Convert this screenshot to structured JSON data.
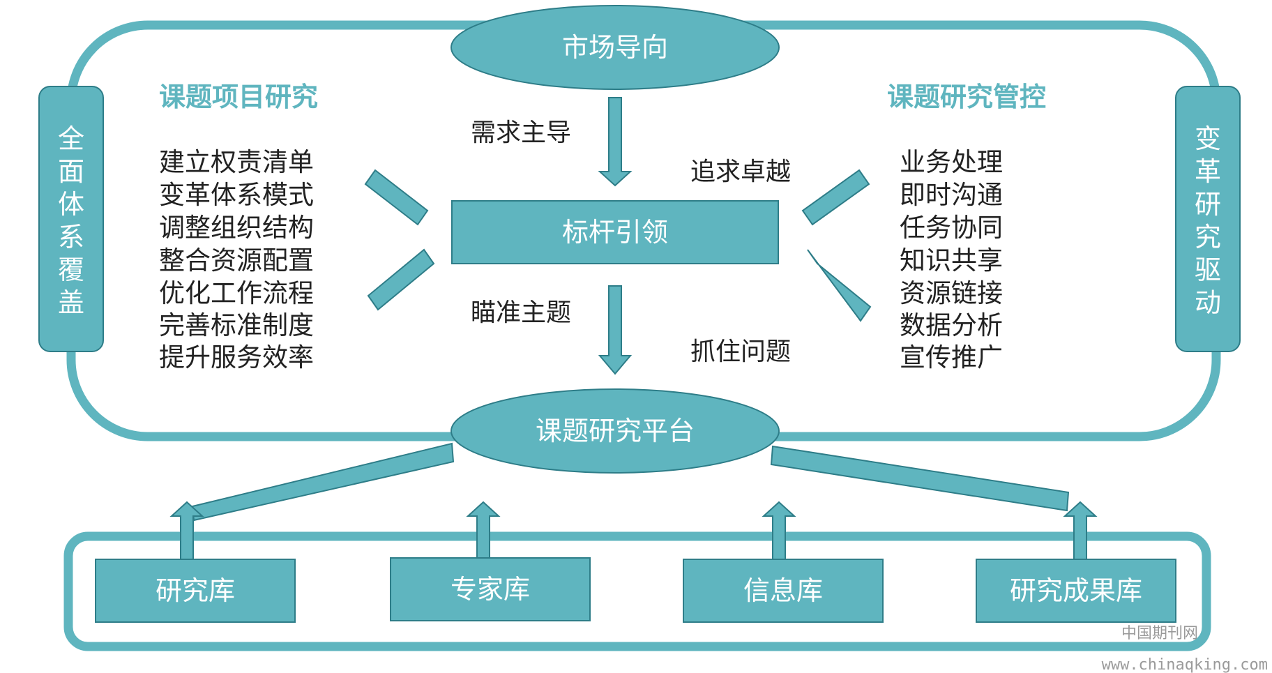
{
  "colors": {
    "fill": "#5fb5bf",
    "stroke": "#2e7d88",
    "outline": "#5fb5bf",
    "title_text": "#5fb5bf",
    "body_text": "#222222",
    "white_text": "#ffffff",
    "watermark": "#9a9a9a"
  },
  "top_node": "市场导向",
  "center_node": "标杆引领",
  "platform_node": "课题研究平台",
  "left_title": "课题项目研究",
  "right_title": "课题研究管控",
  "left_side_bar": [
    "全",
    "面",
    "体",
    "系",
    "覆",
    "盖"
  ],
  "right_side_bar": [
    "变",
    "革",
    "研",
    "究",
    "驱",
    "动"
  ],
  "left_list": [
    "建立权责清单",
    "变革体系模式",
    "调整组织结构",
    "整合资源配置",
    "优化工作流程",
    "完善标准制度",
    "提升服务效率"
  ],
  "right_list": [
    "业务处理",
    "即时沟通",
    "任务协同",
    "知识共享",
    "资源链接",
    "数据分析",
    "宣传推广"
  ],
  "flow_labels": {
    "demand": "需求主导",
    "excellence": "追求卓越",
    "aim": "瞄准主题",
    "grasp": "抓住问题"
  },
  "databases": [
    "研究库",
    "专家库",
    "信息库",
    "研究成果库"
  ],
  "watermark": {
    "line1": "中国期刊网",
    "line2": "www.chinaqking.com"
  }
}
